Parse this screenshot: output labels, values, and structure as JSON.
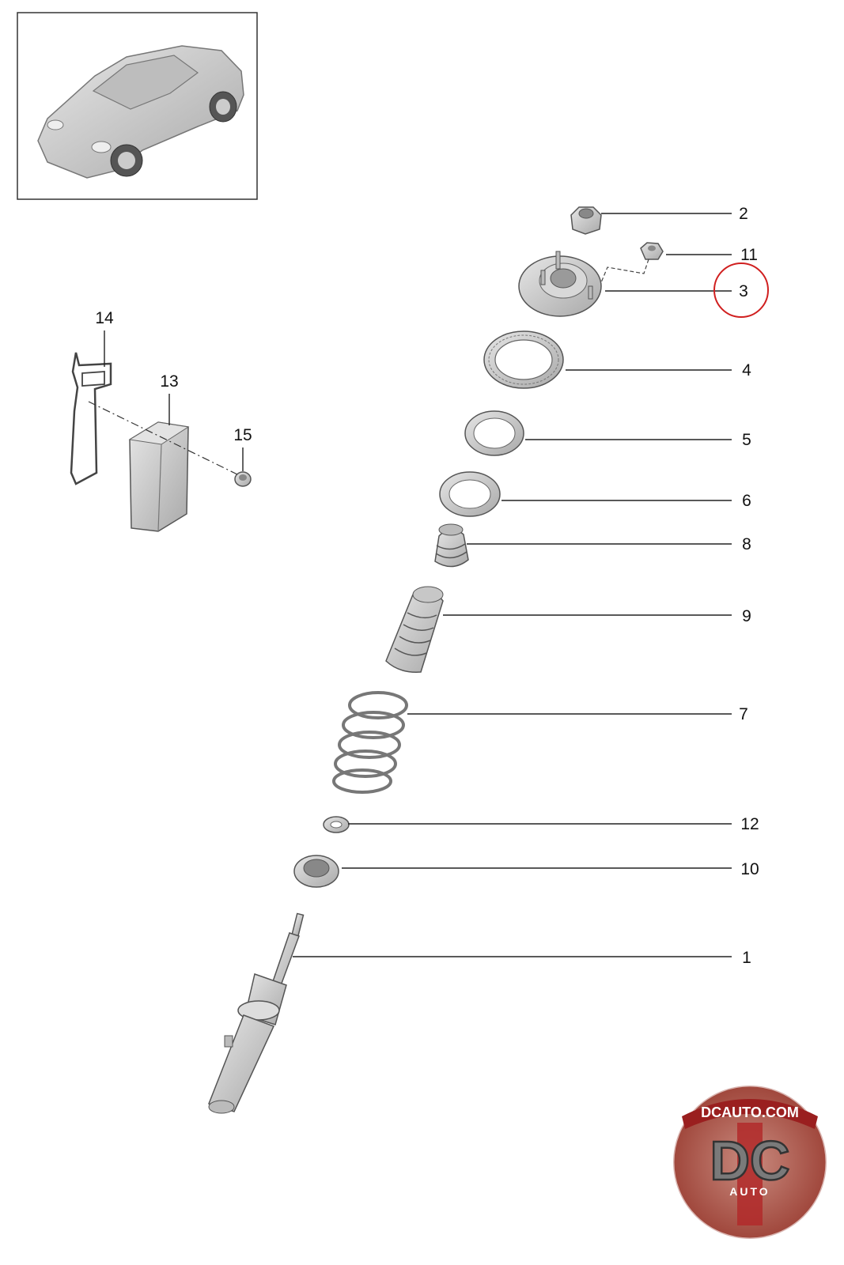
{
  "callouts": [
    {
      "id": "c2",
      "label": "2"
    },
    {
      "id": "c11",
      "label": "11"
    },
    {
      "id": "c3",
      "label": "3",
      "highlighted": true
    },
    {
      "id": "c4",
      "label": "4"
    },
    {
      "id": "c5",
      "label": "5"
    },
    {
      "id": "c6",
      "label": "6"
    },
    {
      "id": "c8",
      "label": "8"
    },
    {
      "id": "c9",
      "label": "9"
    },
    {
      "id": "c7",
      "label": "7"
    },
    {
      "id": "c12",
      "label": "12"
    },
    {
      "id": "c10",
      "label": "10"
    },
    {
      "id": "c1",
      "label": "1"
    },
    {
      "id": "c14",
      "label": "14"
    },
    {
      "id": "c13",
      "label": "13"
    },
    {
      "id": "c15",
      "label": "15"
    }
  ],
  "logo": {
    "site": "DCAUTO.COM",
    "letters": "DC",
    "sub": "AUTO"
  },
  "colors": {
    "highlight_circle": "#d01f1f",
    "part_fill": "#cfcfcf",
    "part_stroke": "#555555",
    "logo_red": "#b22a2a"
  },
  "icons": {
    "thumbnail": "car-icon"
  }
}
